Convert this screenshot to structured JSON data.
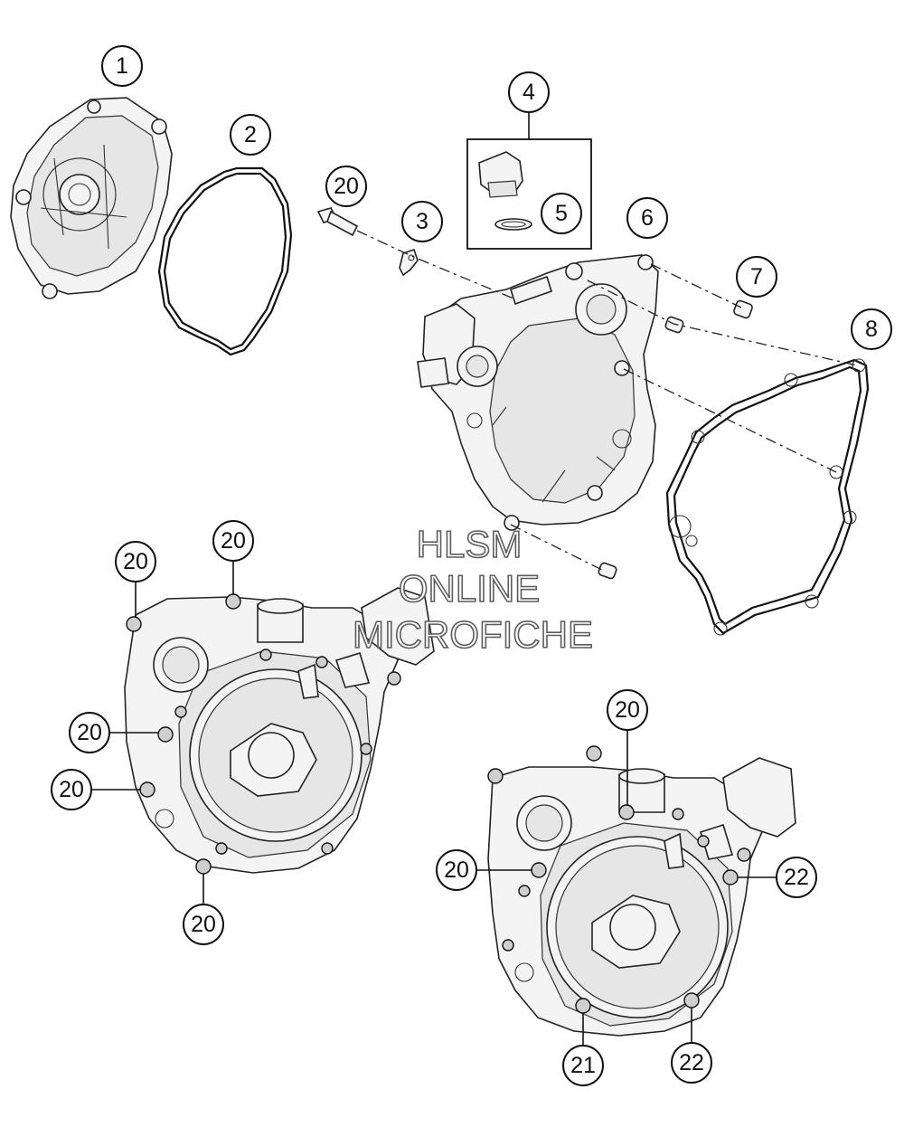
{
  "watermark": {
    "line1": "HLSM",
    "line2": "ONLINE",
    "line3": "MICROFICHE"
  },
  "callouts": {
    "c1": "1",
    "c2": "2",
    "c3": "3",
    "c4": "4",
    "c5": "5",
    "c6": "6",
    "c7": "7",
    "c8": "8",
    "c20a": "20",
    "c20b": "20",
    "c20c": "20",
    "c20d": "20",
    "c20e": "20",
    "c20f": "20",
    "c20g": "20",
    "c20h": "20",
    "c21": "21",
    "c22a": "22",
    "c22b": "22"
  },
  "colors": {
    "line": "#111111",
    "fill": "#f4f4f4",
    "background": "#ffffff"
  }
}
